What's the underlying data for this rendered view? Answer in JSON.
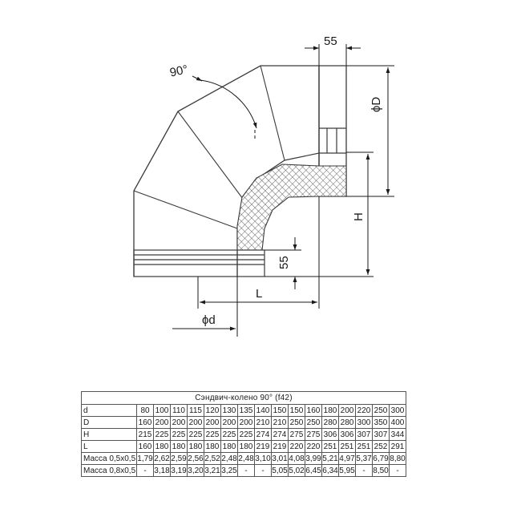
{
  "drawing": {
    "angle_label": "90°",
    "dim_top_collar": "55",
    "dim_outer_diameter": "ϕD",
    "dim_height": "H",
    "dim_bottom_collar": "55",
    "dim_length": "L",
    "dim_inner_diameter": "ϕd",
    "colors": {
      "line": "#3a3a3a",
      "insulation_hatch": "#555555"
    }
  },
  "table": {
    "title": "Сэндвич-колено 90° (f42)",
    "rows": [
      {
        "label": "d",
        "values": [
          "80",
          "100",
          "110",
          "115",
          "120",
          "130",
          "135",
          "140",
          "150",
          "150",
          "160",
          "180",
          "200",
          "220",
          "250",
          "300"
        ]
      },
      {
        "label": "D",
        "values": [
          "160",
          "200",
          "200",
          "200",
          "200",
          "200",
          "200",
          "210",
          "210",
          "250",
          "250",
          "280",
          "280",
          "300",
          "350",
          "400"
        ]
      },
      {
        "label": "H",
        "values": [
          "215",
          "225",
          "225",
          "225",
          "225",
          "225",
          "225",
          "274",
          "274",
          "275",
          "275",
          "306",
          "306",
          "307",
          "307",
          "344"
        ]
      },
      {
        "label": "L",
        "values": [
          "160",
          "180",
          "180",
          "180",
          "180",
          "180",
          "180",
          "219",
          "219",
          "220",
          "220",
          "251",
          "251",
          "251",
          "252",
          "291"
        ]
      },
      {
        "label": "Масса 0,5х0,5",
        "values": [
          "1,79",
          "2,62",
          "2,59",
          "2,56",
          "2,52",
          "2,48",
          "2,48",
          "3,10",
          "3,01",
          "4,08",
          "3,99",
          "5,21",
          "4,97",
          "5,37",
          "6,79",
          "8,80"
        ]
      },
      {
        "label": "Масса 0,8х0,5",
        "values": [
          "-",
          "3,18",
          "3,19",
          "3,20",
          "3,21",
          "3,25",
          "-",
          "-",
          "5,05",
          "5,02",
          "6,45",
          "6,34",
          "5,95",
          "-",
          "8,50",
          "-"
        ]
      }
    ]
  }
}
